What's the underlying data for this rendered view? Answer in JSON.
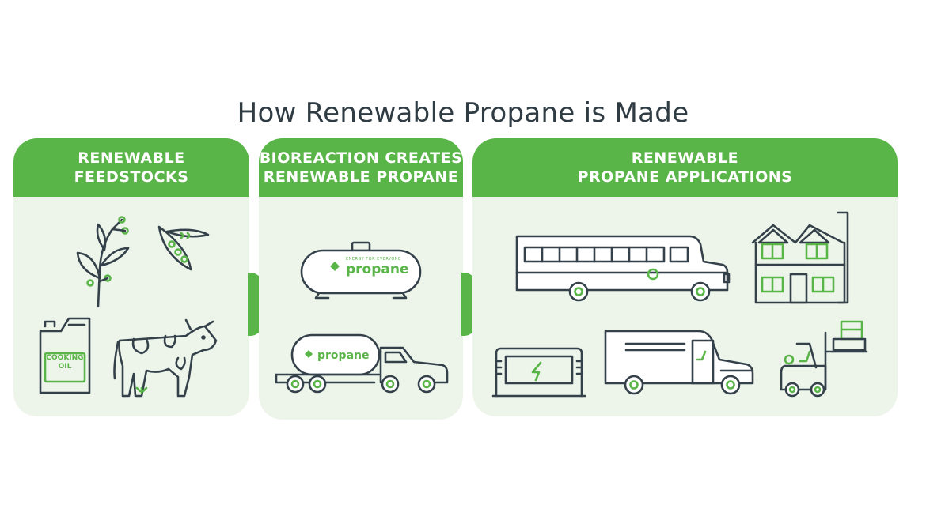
{
  "title": "How Renewable Propane is Made",
  "panels": [
    {
      "header_lines": [
        "RENEWABLE",
        "FEEDSTOCKS"
      ],
      "items": [
        "plant-icon",
        "pea-pod-icon",
        "cooking-oil-jug-icon",
        "cow-icon"
      ],
      "jug_label_lines": [
        "COOKING",
        "OIL"
      ]
    },
    {
      "header_lines": [
        "BIOREACTION CREATES",
        "RENEWABLE PROPANE"
      ],
      "items": [
        "propane-tank-icon",
        "propane-truck-icon"
      ],
      "brand_text": "propane",
      "brand_tagline": "ENERGY FOR EVERYONE"
    },
    {
      "header_lines": [
        "RENEWABLE",
        "PROPANE APPLICATIONS"
      ],
      "items": [
        "school-bus-icon",
        "house-icon",
        "generator-icon",
        "delivery-van-icon",
        "forklift-icon"
      ]
    }
  ],
  "colors": {
    "accent": "#5ab548",
    "panel_bg": "#edf5ea",
    "outline": "#35414a",
    "title": "#2f3c43"
  }
}
